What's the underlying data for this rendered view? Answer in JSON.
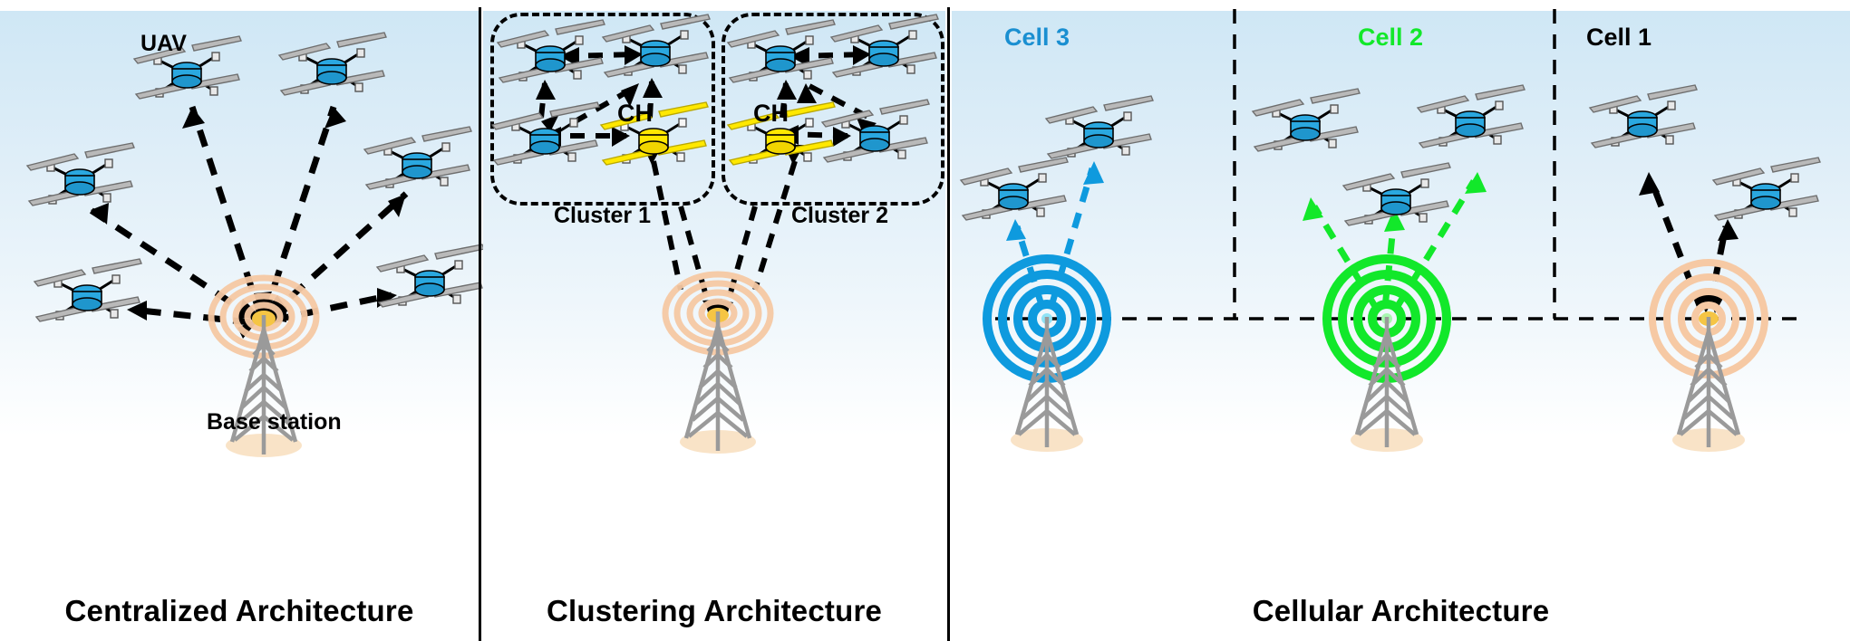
{
  "figure": {
    "kind": "uav-network-architecture-comparison",
    "panels": [
      {
        "id": "centralized",
        "title": "Centralized Architecture",
        "labels": {
          "uav": "UAV",
          "base_station": "Base station"
        },
        "uav_count": 6,
        "base_station_count": 1,
        "link_style": "dashed black double-headed, star topology to base station",
        "ring_color": "#f6c9a4",
        "hub_color": "#f5c544"
      },
      {
        "id": "clustering",
        "title": "Clustering Architecture",
        "labels": {
          "cluster_head": "CH",
          "cluster_1": "Cluster 1",
          "cluster_2": "Cluster 2"
        },
        "clusters": [
          {
            "name": "Cluster 1",
            "members": 3,
            "head_label": "CH",
            "head_color": "#ffe800"
          },
          {
            "name": "Cluster 2",
            "members": 3,
            "head_label": "CH",
            "head_color": "#ffe800"
          }
        ],
        "base_station_count": 1,
        "ring_color": "#f6c9a4",
        "hub_color": "#f5c544"
      },
      {
        "id": "cellular",
        "title": "Cellular Architecture",
        "cells": [
          {
            "name": "Cell 3",
            "color": "#1a8fd1",
            "uav_count": 2,
            "ring_color": "#0e9ade"
          },
          {
            "name": "Cell 2",
            "color": "#12e82a",
            "uav_count": 3,
            "ring_color": "#12e82a"
          },
          {
            "name": "Cell 1",
            "color": "#000000",
            "uav_count": 2,
            "ring_color": "#f6c9a4"
          }
        ],
        "base_station_count": 3
      }
    ],
    "colors": {
      "uav_body": "#2aa8e0",
      "cluster_head_body": "#ffe800",
      "tower": "#9a9a9a",
      "link_black": "#000000",
      "sky_top": "#cfe7f5",
      "sky_bottom": "#ffffff"
    }
  }
}
